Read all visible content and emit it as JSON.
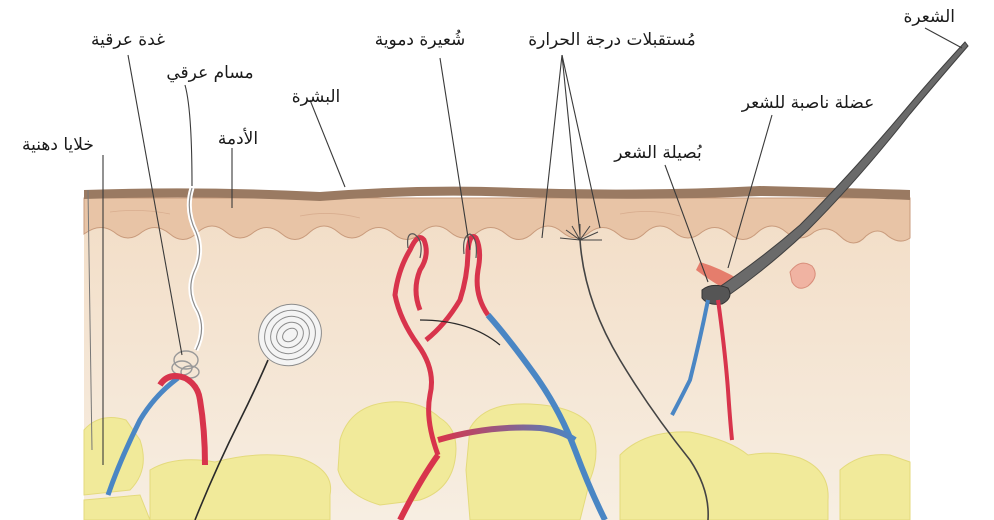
{
  "labels": {
    "hair": "الشعرة",
    "sweat_gland": "غدة عرقية",
    "sweat_pore": "مسام عرقي",
    "capillary": "شُعيرة دموية",
    "temp_receptors": "مُستقبلات درجة الحرارة",
    "epidermis": "البشرة",
    "dermis": "الأدمة",
    "erector_muscle": "عضلة ناصبة للشعر",
    "fat_cells": "خلايا دهنية",
    "hair_follicle": "بُصيلة الشعر"
  },
  "colors": {
    "epidermis": "#9a7a62",
    "dermis": "#e8c4a6",
    "hypodermis": "#f4e6d4",
    "fat": "#f1ea9a",
    "artery": "#d8344c",
    "vein": "#4a86c4",
    "nerve": "#2a2a2a",
    "hair": "#6a6a6a"
  }
}
